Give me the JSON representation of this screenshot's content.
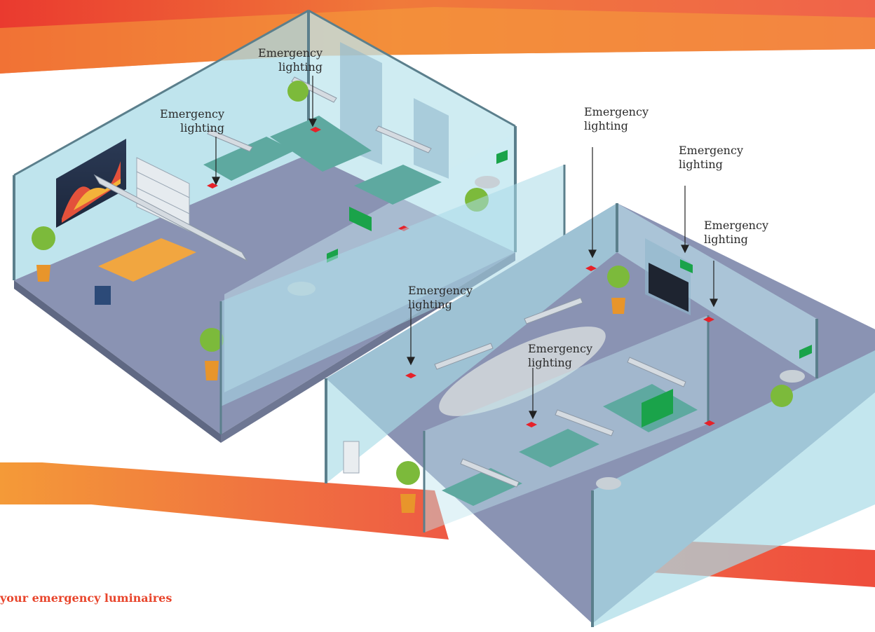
{
  "callouts": [
    {
      "id": "c1",
      "text": "Emergency\nlighting"
    },
    {
      "id": "c2",
      "text": "Emergency\nlighting"
    },
    {
      "id": "c3",
      "text": "Emergency\nlighting"
    },
    {
      "id": "c4",
      "text": "Emergency\nlighting"
    },
    {
      "id": "c5",
      "text": "Emergency\nlighting"
    },
    {
      "id": "c6",
      "text": "Emergency\nlighting"
    },
    {
      "id": "c7",
      "text": "Emergency\nlighting"
    }
  ],
  "footer_text": "your emergency luminaires",
  "colors": {
    "band_red": "#ea3a2f",
    "band_orange": "#f5963a",
    "glass": "#a9dbe7",
    "floor": "#8a93b3",
    "luminaire": "#e62129",
    "exit_sign": "#1aa34a",
    "accent_text": "#e8452c"
  }
}
